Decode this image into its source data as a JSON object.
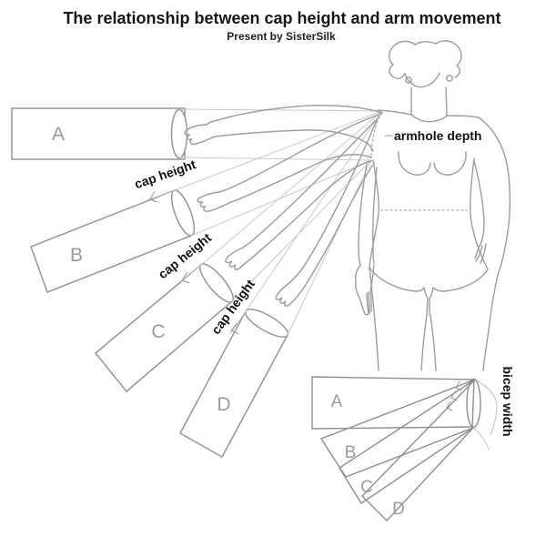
{
  "title": "The relationship between cap height and arm movement",
  "subtitle": "Present by SisterSilk",
  "annotations": {
    "armhole_depth": "armhole depth",
    "cap_height": [
      "cap height",
      "cap height",
      "cap height"
    ],
    "bicep_width": "bicep width"
  },
  "sleeve_labels": [
    "A",
    "B",
    "C",
    "D"
  ],
  "overlay_labels": [
    "A",
    "B",
    "C",
    "D"
  ],
  "colors": {
    "line_gray": "#969696",
    "light_guide_gray": "#c9c9c9",
    "letter_gray": "#9c9c9c",
    "text_black": "#161616",
    "background": "#ffffff"
  }
}
